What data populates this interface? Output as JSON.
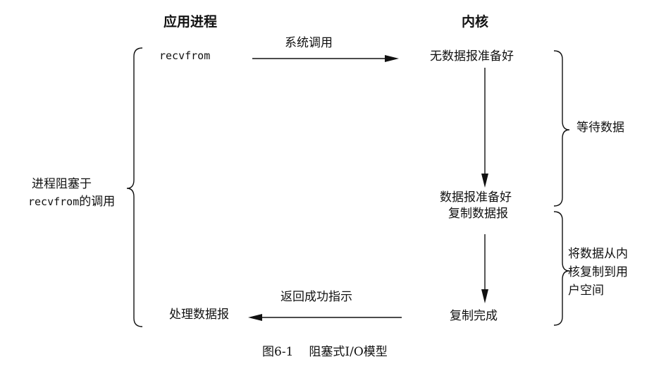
{
  "diagram": {
    "app_process_header": "应用进程",
    "kernel_header": "内核",
    "app": {
      "recvfrom": "recvfrom",
      "process_datagram": "处理数据报",
      "blocked_line1": "进程阻塞于",
      "blocked_line2_mono": "recvfrom",
      "blocked_line2_cjk": "的调用"
    },
    "arrows": {
      "system_call": "系统调用",
      "return_success": "返回成功指示"
    },
    "kernel": {
      "no_datagram_ready": "无数据报准备好",
      "datagram_ready": "数据报准备好",
      "copy_datagram": "复制数据报",
      "copy_complete": "复制完成"
    },
    "phases": {
      "wait_for_data": "等待数据",
      "copy_line1": "将数据从内",
      "copy_line2": "核复制到用",
      "copy_line3": "户空间"
    },
    "caption": {
      "figure_number": "图6-1",
      "title": "阻塞式I/O模型"
    }
  }
}
